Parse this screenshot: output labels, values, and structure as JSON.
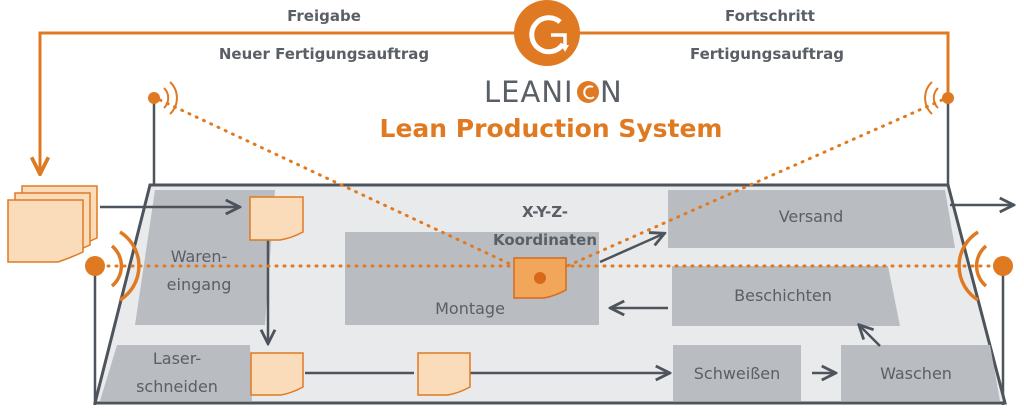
{
  "diagram": {
    "top_left": {
      "label1": "Freigabe",
      "label2": "Neuer Fertigungsauftrag"
    },
    "top_right": {
      "label1": "Fortschritt",
      "label2": "Fertigungsauftrag"
    },
    "logo": {
      "wordmark": "LEANI",
      "wordmark_end": "N",
      "tagline": "Lean Production System"
    },
    "coordinates_label_1": "X-Y-Z-",
    "coordinates_label_2": "Koordinaten",
    "zones": {
      "wareneingang_1": "Waren-",
      "wareneingang_2": "eingang",
      "montage": "Montage",
      "versand": "Versand",
      "beschichten": "Beschichten",
      "laser_1": "Laser-",
      "laser_2": "schneiden",
      "schweissen": "Schweißen",
      "waschen": "Waschen"
    },
    "colors": {
      "accent": "#e07a22",
      "dark": "#4e545c",
      "zone": "#b9bcc1",
      "floor": "#e9eaeb"
    }
  }
}
